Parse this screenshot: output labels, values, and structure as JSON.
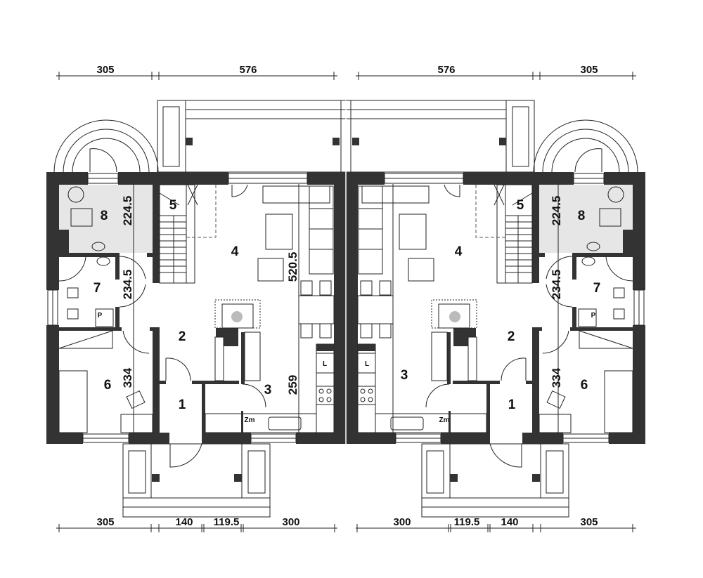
{
  "dimensions_top": {
    "left": [
      "305",
      "576"
    ],
    "right": [
      "576",
      "305"
    ]
  },
  "dimensions_bottom": {
    "left": [
      "305",
      "140",
      "119.5",
      "300"
    ],
    "right": [
      "300",
      "119.5",
      "140",
      "305"
    ]
  },
  "left_unit": {
    "rooms": {
      "r1": "1",
      "r2": "2",
      "r3": "3",
      "r4": "4",
      "r5": "5",
      "r6": "6",
      "r7": "7",
      "r8": "8"
    },
    "dims": {
      "d8": "224.5",
      "d7": "234.5",
      "d6": "334",
      "d4": "520.5",
      "d3": "259"
    },
    "marks": {
      "fridge": "L",
      "boiler": "Zm",
      "washer": "P"
    }
  },
  "right_unit": {
    "rooms": {
      "r1": "1",
      "r2": "2",
      "r3": "3",
      "r4": "4",
      "r5": "5",
      "r6": "6",
      "r7": "7",
      "r8": "8"
    },
    "dims": {
      "d8": "224.5",
      "d7": "234.5",
      "d6": "334"
    },
    "marks": {
      "fridge": "L",
      "boiler": "Zm",
      "washer": "P"
    }
  },
  "colors": {
    "wall": "#333333",
    "bathroom_fill": "#e6e6e6"
  }
}
